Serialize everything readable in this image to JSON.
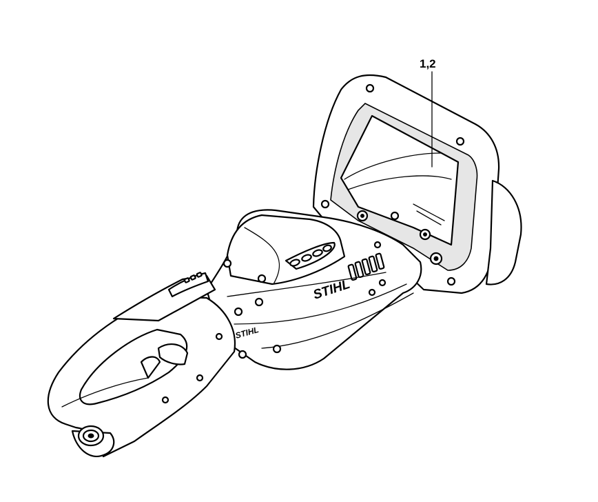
{
  "callout": {
    "label": "1,2"
  },
  "logos": {
    "housing": "STIHL",
    "handle": "STIHL"
  },
  "colors": {
    "ink": "#000000",
    "paper": "#ffffff"
  }
}
